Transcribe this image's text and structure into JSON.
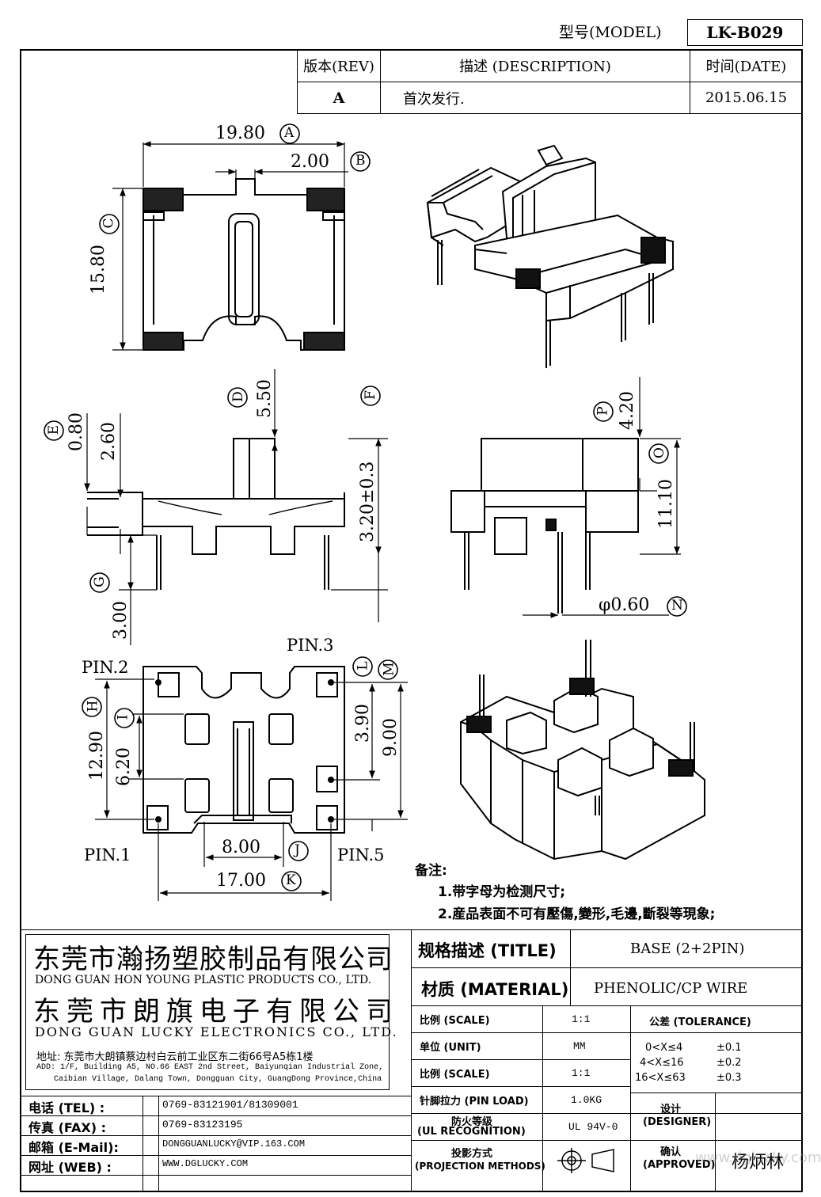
{
  "header": {
    "model_label": "型号(MODEL)",
    "model_value": "LK-B029"
  },
  "revision": {
    "rev_header": "版本(REV)",
    "desc_header": "描述 (DESCRIPTION)",
    "date_header": "时间(DATE)",
    "rev": "A",
    "desc": "首次发行.",
    "date": "2015.06.15"
  },
  "dimensions": {
    "A": {
      "value": "19.80",
      "letter": "A"
    },
    "B": {
      "value": "2.00",
      "letter": "B"
    },
    "C": {
      "value": "15.80",
      "letter": "C"
    },
    "D": {
      "value": "5.50",
      "letter": "D"
    },
    "E": {
      "value": "0.80",
      "letter": "E"
    },
    "E2": {
      "value": "2.60"
    },
    "F": {
      "value": "3.20±0.3",
      "letter": "F"
    },
    "G": {
      "value": "3.00",
      "letter": "G"
    },
    "P": {
      "value": "4.20",
      "letter": "P"
    },
    "O": {
      "value": "11.10",
      "letter": "O"
    },
    "N": {
      "value": "φ0.60",
      "letter": "N"
    },
    "H": {
      "value": "12.90",
      "letter": "H"
    },
    "I": {
      "value": "6.20",
      "letter": "I"
    },
    "L": {
      "value": "3.90",
      "letter": "L"
    },
    "M": {
      "value": "9.00",
      "letter": "M"
    },
    "J": {
      "value": "8.00",
      "letter": "J"
    },
    "K": {
      "value": "17.00",
      "letter": "K"
    }
  },
  "pins": {
    "pin2": "PIN.2",
    "pin3": "PIN.3",
    "pin1": "PIN.1",
    "pin5": "PIN.5"
  },
  "notes": {
    "title": "备注:",
    "items": [
      "1.带字母为检测尺寸;",
      "2.産品表面不可有壓傷,變形,毛邊,斷裂等現象;"
    ]
  },
  "company": {
    "name_cn_1": "东莞市瀚扬塑胶制品有限公司",
    "name_en_1": "DONG GUAN HON YOUNG PLASTIC PRODUCTS CO., LTD.",
    "name_cn_2": "东莞市朗旗电子有限公司",
    "name_en_2": "DONG GUAN LUCKY ELECTRONICS CO., LTD.",
    "address_cn": "地址: 东莞市大朗镇蔡边村白云前工业区东二街66号A5栋1楼",
    "address_en_1": "ADD: 1/F, Building A5, NO.66 EAST 2nd Street, Baiyunqian Industrial Zone,",
    "address_en_2": "Caibian Village, Dalang Town, Dongguan City, GuangDong Province,China"
  },
  "contact": [
    {
      "label": "电话 (TEL) :",
      "value": "0769-83121901/81309001"
    },
    {
      "label": "传真 (FAX) :",
      "value": "0769-83123195"
    },
    {
      "label": "邮箱 (E-Mail):",
      "value": "DONGGUANLUCKY@VIP.163.COM"
    },
    {
      "label": "网址 (WEB) :",
      "value": "WWW.DGLUCKY.COM"
    }
  ],
  "spec": {
    "title_label": "规格描述 (TITLE)",
    "title_value": "BASE (2+2PIN)",
    "material_label": "材质 (MATERIAL)",
    "material_value": "PHENOLIC/CP WIRE",
    "scale_label": "比例 (SCALE)",
    "scale_value": "1:1",
    "tolerance_label": "公差 (TOLERANCE)",
    "unit_label": "单位 (UNIT)",
    "unit_value": "MM",
    "scale2_label": "比例 (SCALE)",
    "scale2_value": "1:1",
    "pinload_label": "针脚拉力 (PIN LOAD)",
    "pinload_value": "1.0KG",
    "ul_label_1": "防火等级",
    "ul_label_2": "(UL RECOGNITION)",
    "ul_value": "UL 94V-0",
    "proj_label_1": "投影方式",
    "proj_label_2": "(PROJECTION METHODS)",
    "designer_label_1": "设计",
    "designer_label_2": "(DESIGNER)",
    "approved_label_1": "确认",
    "approved_label_2": "(APPROVED)",
    "approved_value": "杨炳林",
    "tolerances": [
      {
        "range": "0<X≤4",
        "tol": "±0.1"
      },
      {
        "range": "4<X≤16",
        "tol": "±0.2"
      },
      {
        "range": "16<X≤63",
        "tol": "±0.3"
      }
    ]
  },
  "watermark": "www.dglucky.com"
}
